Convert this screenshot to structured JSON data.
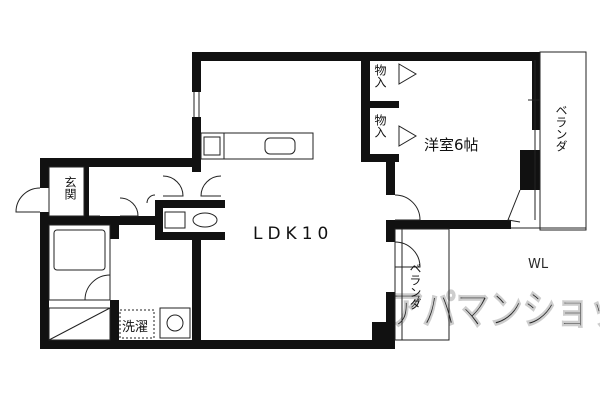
{
  "plan": {
    "rooms": {
      "ldk": "LDK10",
      "western_room": "洋室6帖",
      "storage_top": "物入",
      "storage_bottom": "物入",
      "entrance": "玄関",
      "laundry": "洗濯",
      "veranda_right": "ベランダ",
      "veranda_bottom": "ベランダ"
    },
    "watermark": {
      "main": "アパマンショップ",
      "small": "WL"
    },
    "colors": {
      "wall": "#111111",
      "line": "#222222",
      "watermark": "#d9d9d9"
    }
  }
}
